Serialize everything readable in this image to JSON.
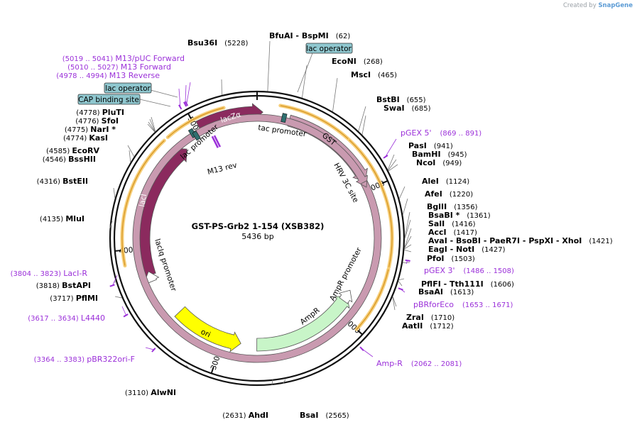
{
  "credit": {
    "prefix": "Created by",
    "brand": "SnapGene"
  },
  "plasmid": {
    "name": "GST-PS-Grb2 1-154 (XSB382)",
    "size_label": "5436 bp",
    "length": 5436
  },
  "ticks": [
    "1000",
    "2000",
    "3000",
    "4000",
    "5000"
  ],
  "enzymes": [
    {
      "name": "BfuAI",
      "extra": "-  BspMI",
      "pos": "(62)"
    },
    {
      "name": "EcoNI",
      "extra": "",
      "pos": "(268)"
    },
    {
      "name": "MscI",
      "extra": "",
      "pos": "(465)"
    },
    {
      "name": "BstBI",
      "extra": "",
      "pos": "(655)"
    },
    {
      "name": "SwaI",
      "extra": "",
      "pos": "(685)"
    },
    {
      "name": "PasI",
      "extra": "",
      "pos": "(941)"
    },
    {
      "name": "BamHI",
      "extra": "",
      "pos": "(945)"
    },
    {
      "name": "NcoI",
      "extra": "",
      "pos": "(949)"
    },
    {
      "name": "AleI",
      "extra": "",
      "pos": "(1124)"
    },
    {
      "name": "AfeI",
      "extra": "",
      "pos": "(1220)"
    },
    {
      "name": "BglII",
      "extra": "",
      "pos": "(1356)"
    },
    {
      "name": "BsaBI *",
      "extra": "",
      "pos": "(1361)"
    },
    {
      "name": "SalI",
      "extra": "",
      "pos": "(1416)"
    },
    {
      "name": "AccI",
      "extra": "",
      "pos": "(1417)"
    },
    {
      "name": "AvaI",
      "extra": "-  BsoBI    -  PaeR7I    -  PspXI    -  XhoI",
      "pos": "(1421)"
    },
    {
      "name": "EagI",
      "extra": "-  NotI",
      "pos": "(1427)"
    },
    {
      "name": "PfoI",
      "extra": "",
      "pos": "(1503)"
    },
    {
      "name": "PflFI",
      "extra": "-  Tth111I",
      "pos": "(1606)"
    },
    {
      "name": "BsaAI",
      "extra": "",
      "pos": "(1613)"
    },
    {
      "name": "ZraI",
      "extra": "",
      "pos": "(1710)"
    },
    {
      "name": "AatII",
      "extra": "",
      "pos": "(1712)"
    },
    {
      "name": "BsaI",
      "extra": "",
      "pos": "(2565)"
    },
    {
      "name": "AhdI",
      "extra": "",
      "pos": "(2631)"
    },
    {
      "name": "AlwNI",
      "extra": "",
      "pos": "(3110)"
    },
    {
      "name": "PflMI",
      "extra": "",
      "pos": "(3717)"
    },
    {
      "name": "BstAPI",
      "extra": "",
      "pos": "(3818)"
    },
    {
      "name": "MluI",
      "extra": "",
      "pos": "(4135)"
    },
    {
      "name": "BstEII",
      "extra": "",
      "pos": "(4316)"
    },
    {
      "name": "BssHII",
      "extra": "",
      "pos": "(4546)"
    },
    {
      "name": "EcoRV",
      "extra": "",
      "pos": "(4585)"
    },
    {
      "name": "KasI",
      "extra": "",
      "pos": "(4774)"
    },
    {
      "name": "NarI *",
      "extra": "",
      "pos": "(4775)"
    },
    {
      "name": "SfoI",
      "extra": "",
      "pos": "(4776)"
    },
    {
      "name": "PluTI",
      "extra": "",
      "pos": "(4778)"
    },
    {
      "name": "Bsu36I",
      "extra": "",
      "pos": "(5228)"
    }
  ],
  "primers": [
    {
      "name": "pGEX 5'",
      "range": "(869 .. 891)"
    },
    {
      "name": "pGEX 3'",
      "range": "(1486 .. 1508)"
    },
    {
      "name": "pBRforEco",
      "range": "(1653 .. 1671)"
    },
    {
      "name": "Amp-R",
      "range": "(2062 .. 2081)"
    },
    {
      "name": "pBR322ori-F",
      "range": "(3364 .. 3383)"
    },
    {
      "name": "L4440",
      "range": "(3617 .. 3634)"
    },
    {
      "name": "LacI-R",
      "range": "(3804 .. 3823)"
    },
    {
      "name": "M13 Reverse",
      "range": "(4978 .. 4994)"
    },
    {
      "name": "M13 Forward",
      "range": "(5010 .. 5027)"
    },
    {
      "name": "M13/pUC Forward",
      "range": "(5019 .. 5041)"
    }
  ],
  "boxed_features": [
    {
      "name": "lac operator"
    },
    {
      "name": "lac operator"
    },
    {
      "name": "CAP binding site"
    }
  ],
  "features": {
    "gst": "GST",
    "hrv": "HRV 3C site",
    "tac": "tac promoter",
    "ampr": "AmpR",
    "ampr_promoter": "AmpR promoter",
    "ori": "ori",
    "laci": "lacI",
    "laciq_promoter": "lacIq promoter",
    "laczalpha": "lacZα",
    "lac_promoter": "lac promoter",
    "m13rev": "M13 rev"
  },
  "colors": {
    "backbone": "#111111",
    "gst": "#c99ab0",
    "ampr": "#c8f5c8",
    "ori": "#ffff00",
    "laci": "#8b2a5e",
    "highlight": "#f0b040",
    "primer": "#9b30d9",
    "boxfill": "#8fc7cf"
  }
}
